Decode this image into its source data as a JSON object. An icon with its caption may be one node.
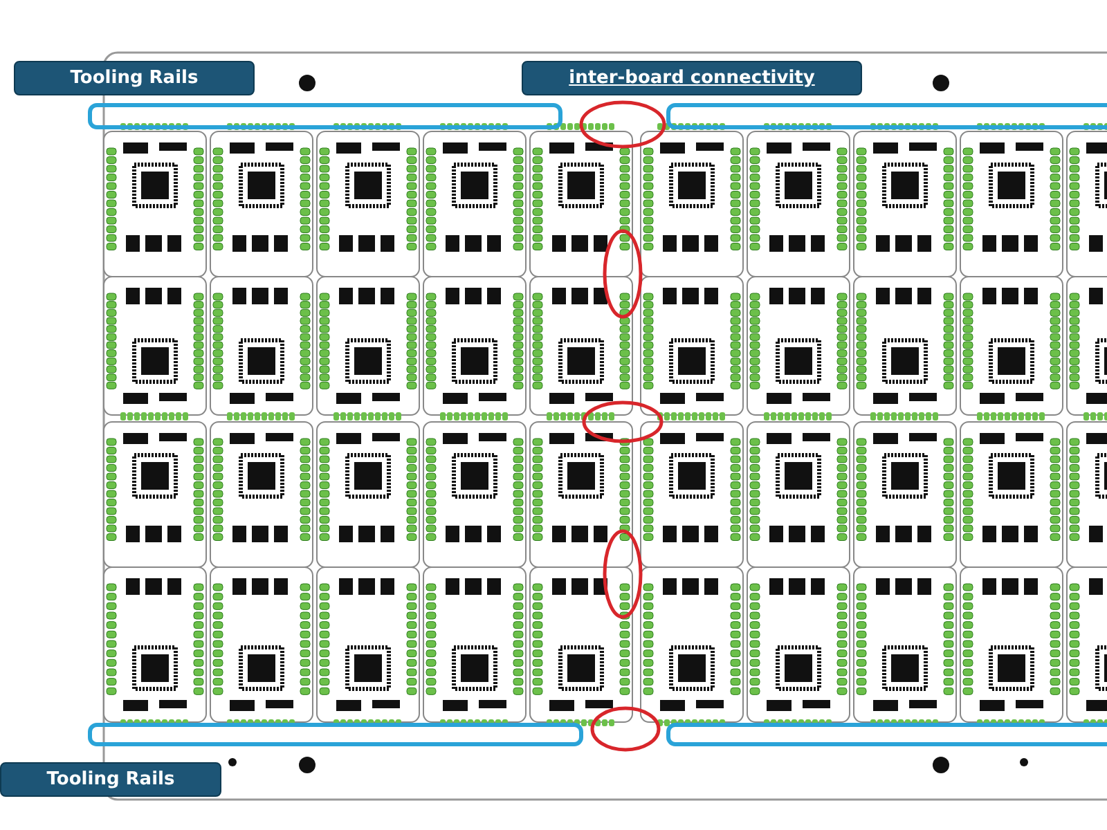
{
  "diagram": {
    "labels": [
      "Tooling Rails",
      "inter-board connectivity",
      "Tooling Rails"
    ]
  }
}
